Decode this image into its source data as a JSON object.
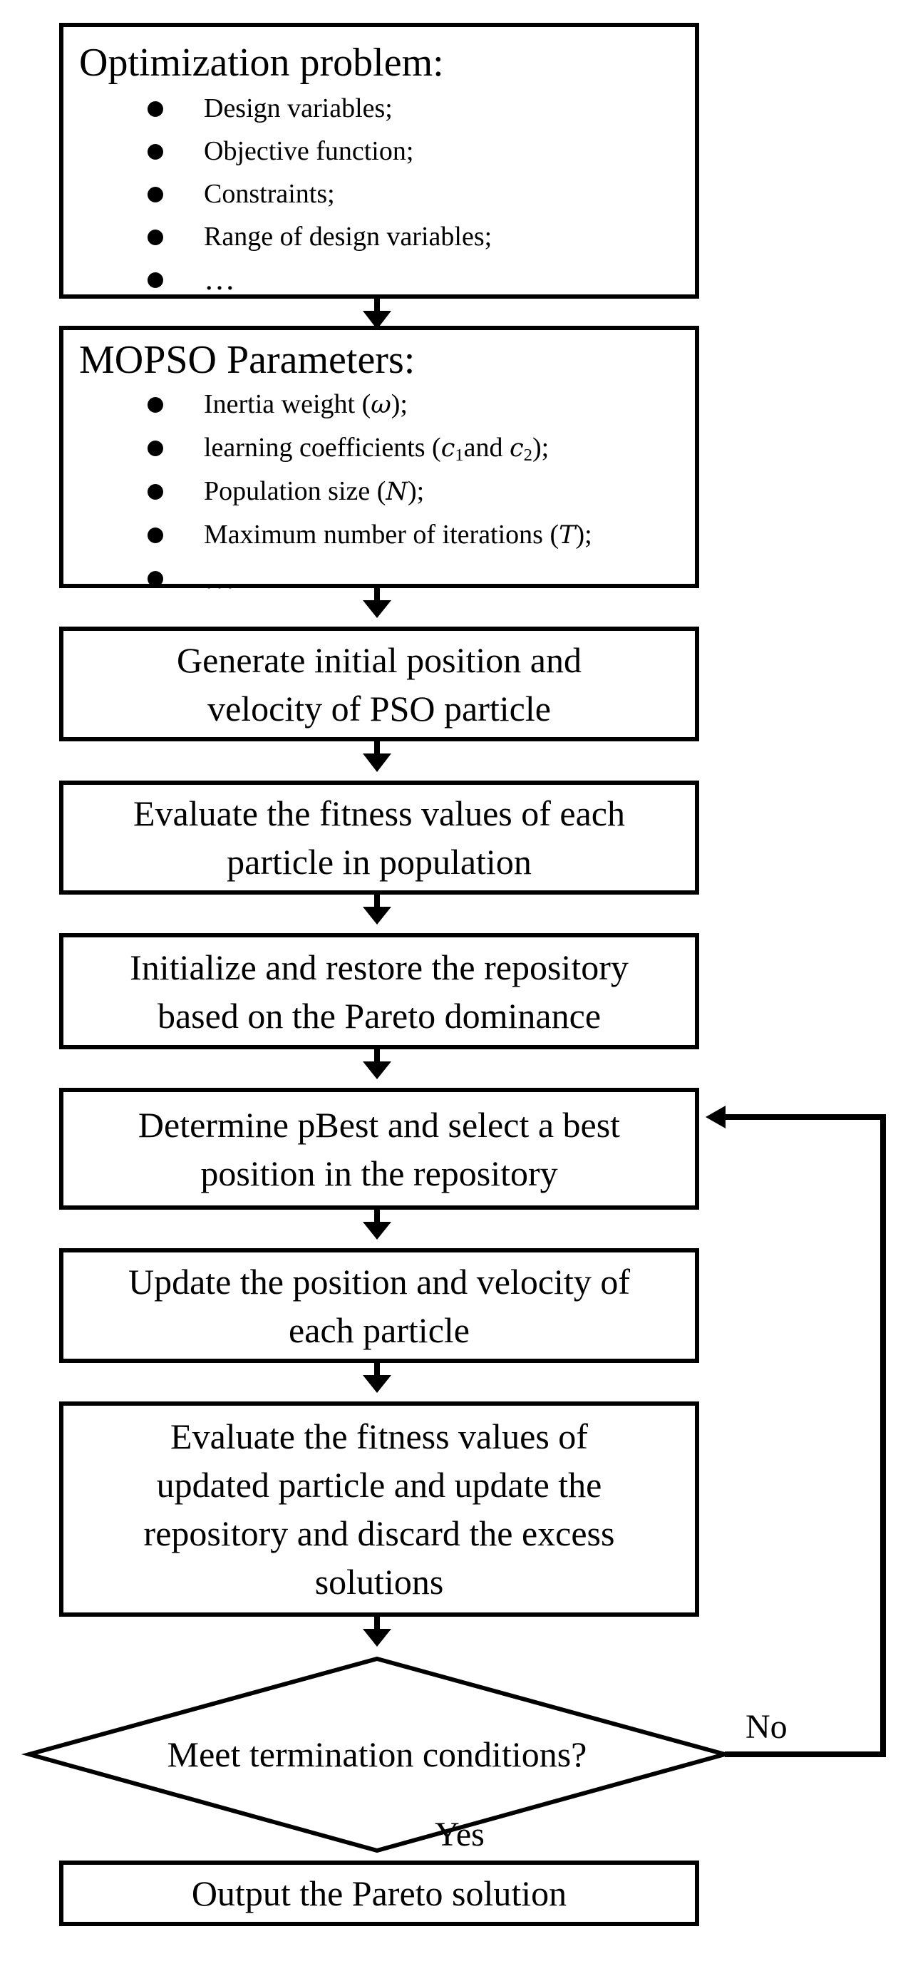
{
  "problem": {
    "title": "Optimization problem:",
    "items": [
      "Design variables;",
      "Objective function;",
      "Constraints;",
      "Range of design variables;",
      "…"
    ]
  },
  "mopso": {
    "title": "MOPSO Parameters:",
    "items": [
      {
        "before": "Inertia weight (",
        "sym": "ω",
        "after": ");"
      },
      {
        "before": "learning coefficients (",
        "c1": "c",
        "c1sub": "1",
        "mid": "and ",
        "c2": "c",
        "c2sub": "2",
        "after": ");"
      },
      {
        "before": "Population size (",
        "sym": "N",
        "after": ");"
      },
      {
        "before": "Maximum number of iterations (",
        "sym": "T",
        "after": ");"
      },
      {
        "before": "…"
      }
    ]
  },
  "steps": [
    {
      "lines": [
        "Generate initial position and",
        "velocity of PSO particle"
      ]
    },
    {
      "lines": [
        "Evaluate the fitness values of each",
        "particle in population"
      ]
    },
    {
      "lines": [
        "Initialize and restore the repository",
        "based on the Pareto dominance"
      ]
    },
    {
      "lines": [
        "Determine pBest and select a best",
        "position in the repository"
      ]
    },
    {
      "lines": [
        "Update the position and velocity of",
        "each particle"
      ]
    },
    {
      "lines": [
        "Evaluate the fitness values of",
        "updated particle and update the",
        "repository and discard the excess",
        "solutions"
      ]
    }
  ],
  "decision": {
    "text": "Meet termination conditions?",
    "no_label": "No",
    "yes_label": "Yes"
  },
  "output": {
    "text": "Output the Pareto solution"
  }
}
